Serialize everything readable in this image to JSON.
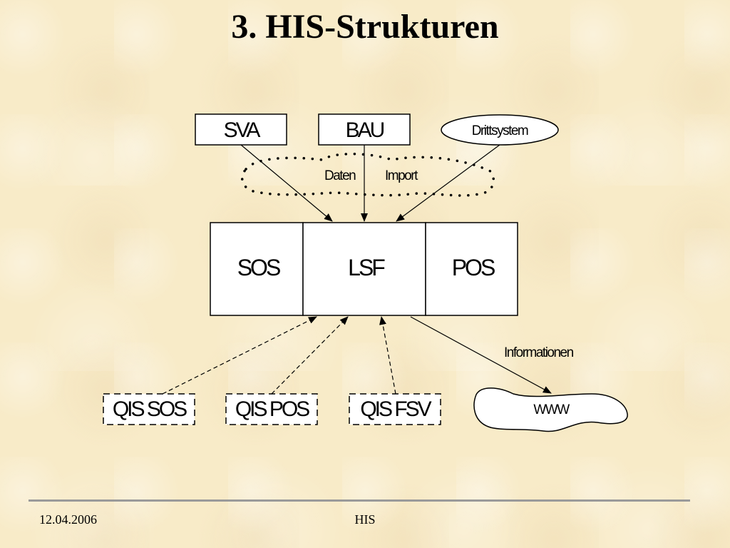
{
  "slide": {
    "title": "3. HIS-Strukturen"
  },
  "diagram": {
    "sources": {
      "sva": "SVA",
      "bau": "BAU",
      "drittsystem": "Drittsystem"
    },
    "import_cloud": {
      "word1": "Daten",
      "word2": "Import"
    },
    "core": {
      "sos": "SOS",
      "lsf": "LSF",
      "pos": "POS"
    },
    "qis": {
      "sos": "QIS SOS",
      "pos": "QIS POS",
      "fsv": "QIS FSV"
    },
    "info_label": "Informationen",
    "www": "WWW"
  },
  "footer": {
    "date": "12.04.2006",
    "center": "HIS"
  }
}
